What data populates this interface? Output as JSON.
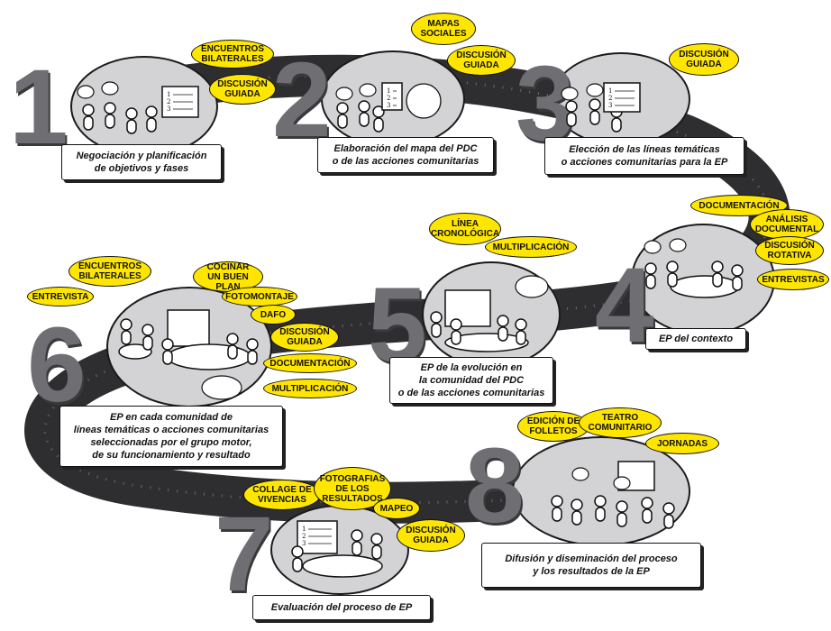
{
  "steps": [
    {
      "number": "1",
      "caption": "Negociación y planificación\nde objetivos y fases",
      "tags": [
        "ENCUENTROS\nBILATERALES",
        "DISCUSIÓN\nGUIADA"
      ]
    },
    {
      "number": "2",
      "caption": "Elaboración del mapa del PDC\no de las acciones comunitarias",
      "tags": [
        "MAPAS\nSOCIALES",
        "DISCUSIÓN\nGUIADA"
      ]
    },
    {
      "number": "3",
      "caption": "Elección de las líneas temáticas\no acciones comunitarias  para la EP",
      "tags": [
        "DISCUSIÓN\nGUIADA"
      ]
    },
    {
      "number": "4",
      "caption": "EP  del contexto",
      "tags": [
        "DOCUMENTACIÓN",
        "ANÁLISIS\nDOCUMENTAL",
        "DISCUSIÓN\nROTATIVA",
        "ENTREVISTAS"
      ]
    },
    {
      "number": "5",
      "caption": "EP de la evolución en\nla comunidad del PDC\no de las acciones comunitarias",
      "tags": [
        "LÍNEA\nCRONOLÓGICA",
        "MULTIPLICACIÓN"
      ]
    },
    {
      "number": "6",
      "caption": "EP en cada comunidad de\nlíneas temáticas  o acciones comunitarias\nseleccionadas por el grupo motor,\nde su funcionamiento y resultado",
      "tags": [
        "ENCUENTROS\nBILATERALES",
        "ENTREVISTA",
        "COCINAR\nUN BUEN PLAN",
        "FOTOMONTAJE",
        "DAFO",
        "DISCUSIÓN\nGUIADA",
        "DOCUMENTACIÓN",
        "MULTIPLICACIÓN"
      ]
    },
    {
      "number": "7",
      "caption": "Evaluación del proceso de EP",
      "tags": [
        "COLLAGE DE\nVIVENCIAS",
        "FOTOGRAFIAS\nDE LOS\nRESULTADOS",
        "MAPEO",
        "DISCUSIÓN\nGUIADA"
      ]
    },
    {
      "number": "8",
      "caption": "Difusión y diseminación del proceso\ny los resultados de la EP",
      "tags": [
        "EDICIÓN DE\nFOLLETOS",
        "TEATRO\nCOMUNITARIO",
        "JORNADAS"
      ]
    }
  ],
  "board_lines": [
    "1",
    "2",
    "3"
  ],
  "colors": {
    "road": "#2e2e30",
    "bubble": "#d3d3d5",
    "tag": "#ffe600",
    "number": "#6f6f73"
  }
}
